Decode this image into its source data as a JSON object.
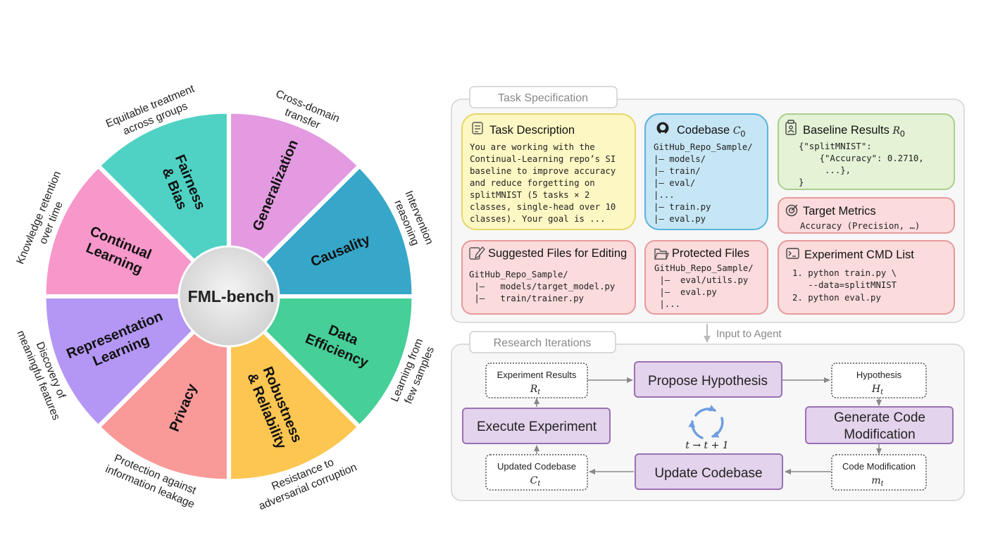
{
  "wheel": {
    "center": "FML-bench",
    "segments": [
      {
        "id": "generalization",
        "lines": [
          "Generalization"
        ],
        "color": "#e39ae0",
        "outer": [
          "Cross-domain",
          "transfer"
        ]
      },
      {
        "id": "causality",
        "lines": [
          "Causality"
        ],
        "color": "#36a7c9",
        "outer": [
          "Intervention",
          "reasoning"
        ]
      },
      {
        "id": "data-efficiency",
        "lines": [
          "Data",
          "Efficiency"
        ],
        "color": "#46cf97",
        "outer": [
          "Learning from",
          "few samples"
        ]
      },
      {
        "id": "robustness",
        "lines": [
          "Robustness",
          "& Reliability"
        ],
        "color": "#fdc651",
        "outer": [
          "Resistance to",
          "adversarial corruption"
        ]
      },
      {
        "id": "privacy",
        "lines": [
          "Privacy"
        ],
        "color": "#f99a98",
        "outer": [
          "Protection against",
          "information leakage"
        ]
      },
      {
        "id": "representation",
        "lines": [
          "Representation",
          "Learning"
        ],
        "color": "#b497f4",
        "outer": [
          "Discovery of",
          "meaningful features"
        ]
      },
      {
        "id": "continual",
        "lines": [
          "Continual",
          "Learning"
        ],
        "color": "#f797ca",
        "outer": [
          "Knowledge retention",
          "over time"
        ]
      },
      {
        "id": "fairness",
        "lines": [
          "Fairness",
          "& Bias"
        ],
        "color": "#4fd2c4",
        "outer": [
          "Equitable treatment",
          "across groups"
        ]
      }
    ]
  },
  "task_spec": {
    "title": "Task Specification",
    "task_description": {
      "title": "Task Description",
      "lines": [
        "You are working with the",
        "Continual-Learning repo’s SI",
        "baseline to improve accuracy",
        "and reduce forgetting on",
        "splitMNIST (5 tasks × 2",
        "classes, single-head over 10",
        "classes). Your goal is ..."
      ]
    },
    "codebase": {
      "title": "Codebase",
      "var": "C",
      "sub": "0",
      "lines": [
        "GitHub_Repo_Sample/",
        " |–   models/",
        " |–   train/",
        " |–   eval/",
        " |...",
        " |–   train.py",
        " |–   eval.py"
      ]
    },
    "baseline_results": {
      "title": "Baseline Results",
      "var": "R",
      "sub": "0",
      "lines": [
        "{\"splitMNIST\":",
        "    {\"Accuracy\": 0.2710,",
        "     ...},",
        "}"
      ]
    },
    "target_metrics": {
      "title": "Target Metrics",
      "lines": [
        "Accuracy (Precision, …)"
      ]
    },
    "suggested_files": {
      "title": "Suggested Files for Editing",
      "lines": [
        "GitHub_Repo_Sample/",
        " |–   models/target_model.py",
        " |–   train/trainer.py"
      ]
    },
    "protected_files": {
      "title": "Protected Files",
      "lines": [
        "GitHub_Repo_Sample/",
        " |–  eval/utils.py",
        " |–  eval.py",
        " |..."
      ]
    },
    "experiment_cmd": {
      "title": "Experiment CMD List",
      "lines": [
        "1. python train.py \\",
        "   --data=splitMNIST",
        "2. python eval.py"
      ]
    }
  },
  "input_label": "Input to Agent",
  "research": {
    "title": "Research Iterations",
    "propose": "Propose Hypothesis",
    "generate": [
      "Generate Code",
      "Modification"
    ],
    "update": "Update Codebase",
    "execute": "Execute Experiment",
    "exp_results": {
      "label": "Experiment Results",
      "var": "R",
      "sub": "t"
    },
    "hypothesis": {
      "label": "Hypothesis",
      "var": "H",
      "sub": "t"
    },
    "code_mod": {
      "label": "Code Modification",
      "var": "m",
      "sub": "t"
    },
    "updated_codebase": {
      "label": "Updated Codebase",
      "var": "C",
      "sub": "t"
    },
    "cycle": "t → t + 1"
  },
  "colors": {
    "yellow": "#fdf7c3",
    "yellow_border": "#e6d76a",
    "blue": "#c6e6f5",
    "blue_border": "#5bb3dd",
    "green": "#e4f2d5",
    "green_border": "#a9cf8b",
    "pink": "#fbdbdc",
    "pink_border": "#e69a9b",
    "purple": "#e3d3ec",
    "purple_border": "#9a71b3"
  }
}
